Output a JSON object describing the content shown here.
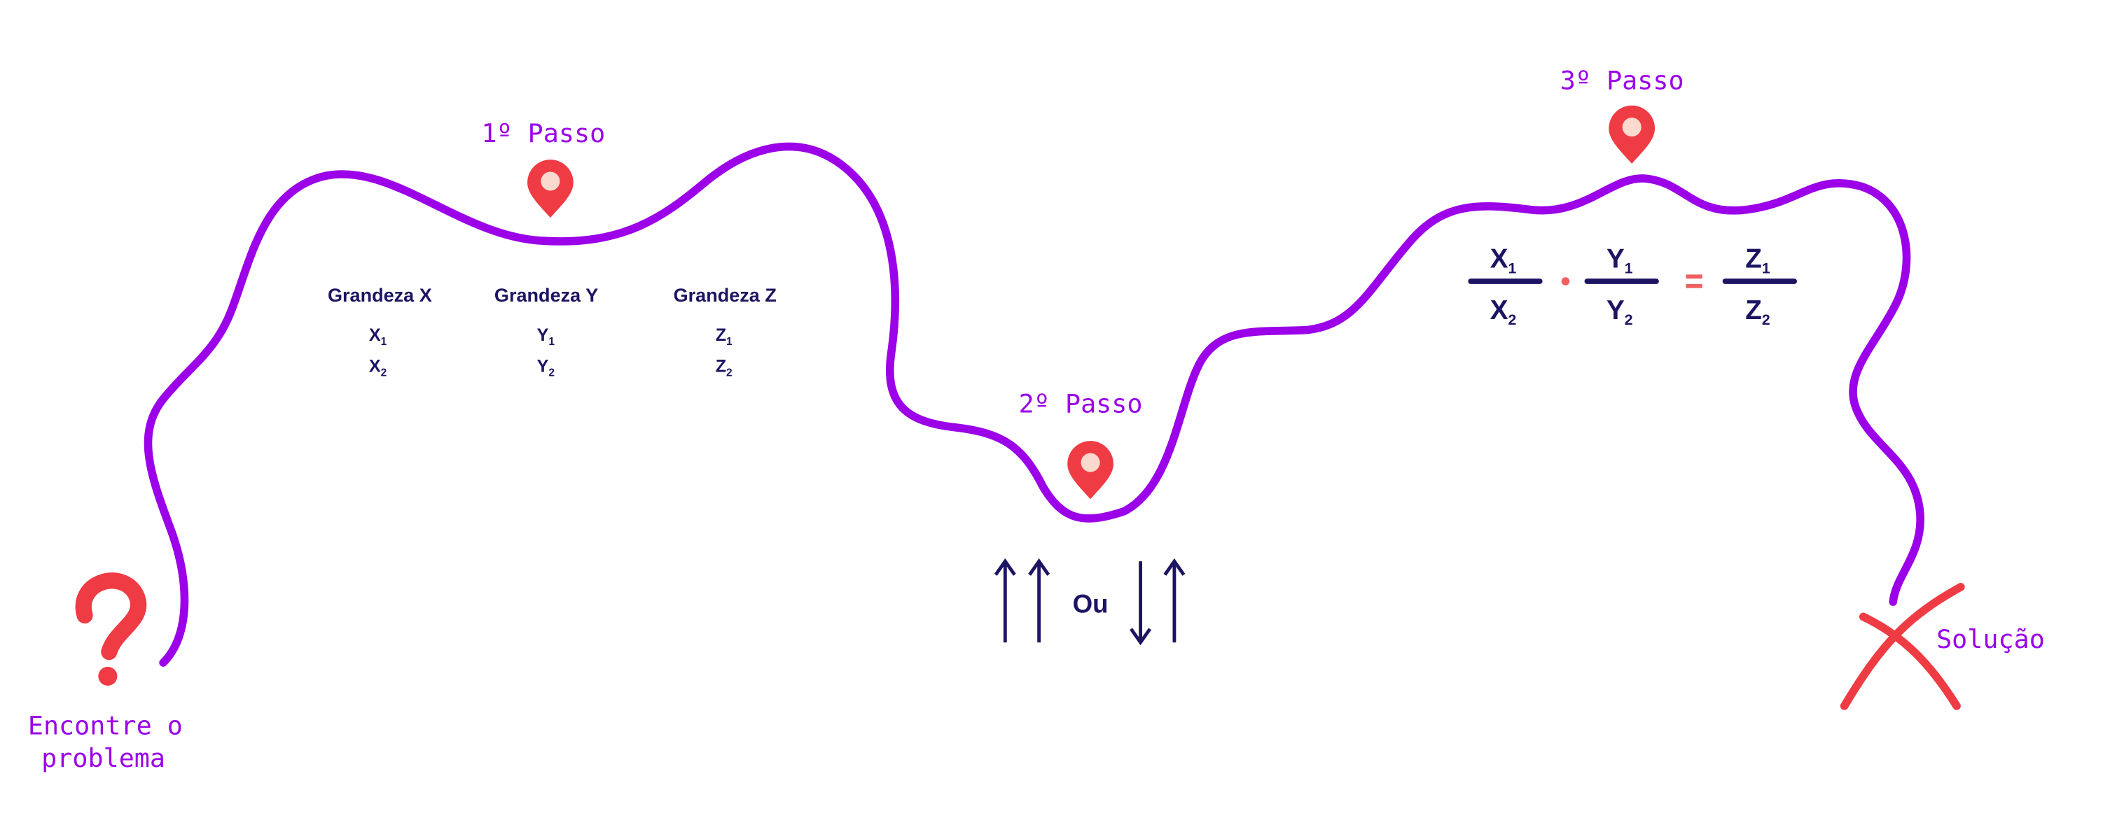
{
  "colors": {
    "path": "#9b00e8",
    "pin": "#ef3b43",
    "pin_dot": "#fcd9cf",
    "ink": "#1d1462",
    "accent": "#f0605f"
  },
  "labels": {
    "start": [
      "Encontre o",
      "problema"
    ],
    "step1": "1º Passo",
    "step2": "2º Passo",
    "step3": "3º Passo",
    "end": "Solução"
  },
  "table": {
    "headers": [
      "Grandeza X",
      "Grandeza Y",
      "Grandeza Z"
    ],
    "rows": [
      [
        {
          "b": "X",
          "s": "1"
        },
        {
          "b": "Y",
          "s": "1"
        },
        {
          "b": "Z",
          "s": "1"
        }
      ],
      [
        {
          "b": "X",
          "s": "2"
        },
        {
          "b": "Y",
          "s": "2"
        },
        {
          "b": "Z",
          "s": "2"
        }
      ]
    ]
  },
  "step2": {
    "or_label": "Ou",
    "arrows_left": [
      "up",
      "up"
    ],
    "arrows_right": [
      "down",
      "up"
    ]
  },
  "equation": {
    "f1": {
      "num": "X",
      "num_sub": "1",
      "den": "X",
      "den_sub": "2"
    },
    "op": "·",
    "f2": {
      "num": "Y",
      "num_sub": "1",
      "den": "Y",
      "den_sub": "2"
    },
    "eq": "=",
    "f3": {
      "num": "Z",
      "num_sub": "1",
      "den": "Z",
      "den_sub": "2"
    }
  }
}
